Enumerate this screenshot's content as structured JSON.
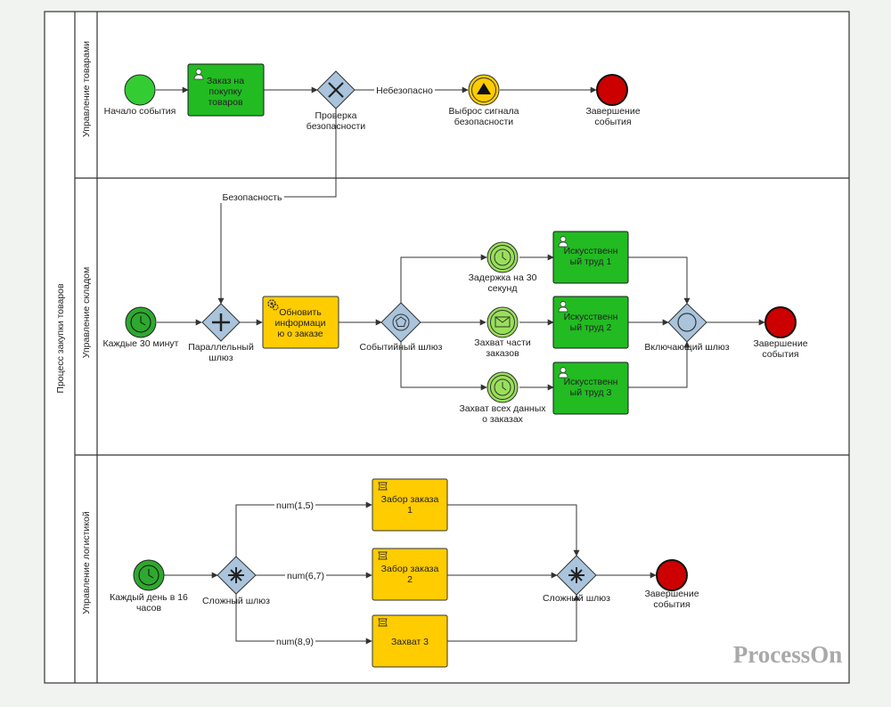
{
  "pool": {
    "title": "Процесс закупки товаров"
  },
  "lanes": {
    "goods": "Управление товарами",
    "warehouse": "Управление складом",
    "logistics": "Управление логистикой"
  },
  "lane1": {
    "start": "Начало события",
    "order_task": [
      "Заказ на",
      "покупку",
      "товаров"
    ],
    "check_gateway": [
      "Проверка",
      "безопасности"
    ],
    "unsafe_flow": "Небезопасно",
    "signal_event": [
      "Выброс сигнала",
      "безопасности"
    ],
    "end": [
      "Завершение",
      "события"
    ],
    "safe_flow": "Безопасность"
  },
  "lane2": {
    "timer_start": "Каждые 30 минут",
    "parallel_gateway": [
      "Параллельный",
      "шлюз"
    ],
    "update_task": [
      "Обновить",
      "информаци",
      "ю о заказе"
    ],
    "event_gateway": "Событийный шлюз",
    "delay_timer": [
      "Задержка на 30",
      "секунд"
    ],
    "message_event": [
      "Захват части",
      "заказов"
    ],
    "timer_all": [
      "Захват всех данных",
      "о заказах"
    ],
    "manual1": [
      "Искусственн",
      "ый труд 1"
    ],
    "manual2": [
      "Искусственн",
      "ый труд 2"
    ],
    "manual3": [
      "Искусственн",
      "ый труд 3"
    ],
    "inclusive_gateway": "Включающий шлюз",
    "end": [
      "Завершение",
      "события"
    ]
  },
  "lane3": {
    "timer_start": [
      "Каждый день в 16",
      "часов"
    ],
    "complex_gateway_1": "Сложный шлюз",
    "flow1": "num(1,5)",
    "flow2": "num(6,7)",
    "flow3": "num(8,9)",
    "task1": [
      "Забор заказа",
      "1"
    ],
    "task2": [
      "Забор заказа",
      "2"
    ],
    "task3": "Захват 3",
    "complex_gateway_2": "Сложный шлюз",
    "end": [
      "Завершение",
      "события"
    ]
  },
  "watermark": "ProcessOn",
  "colors": {
    "green_task": "#22bb22",
    "yellow_task": "#ffcc00",
    "start_green": "#33cc33",
    "end_red": "#cc0000",
    "gateway": "#a9c4dc",
    "light_green": "#99e05a"
  }
}
